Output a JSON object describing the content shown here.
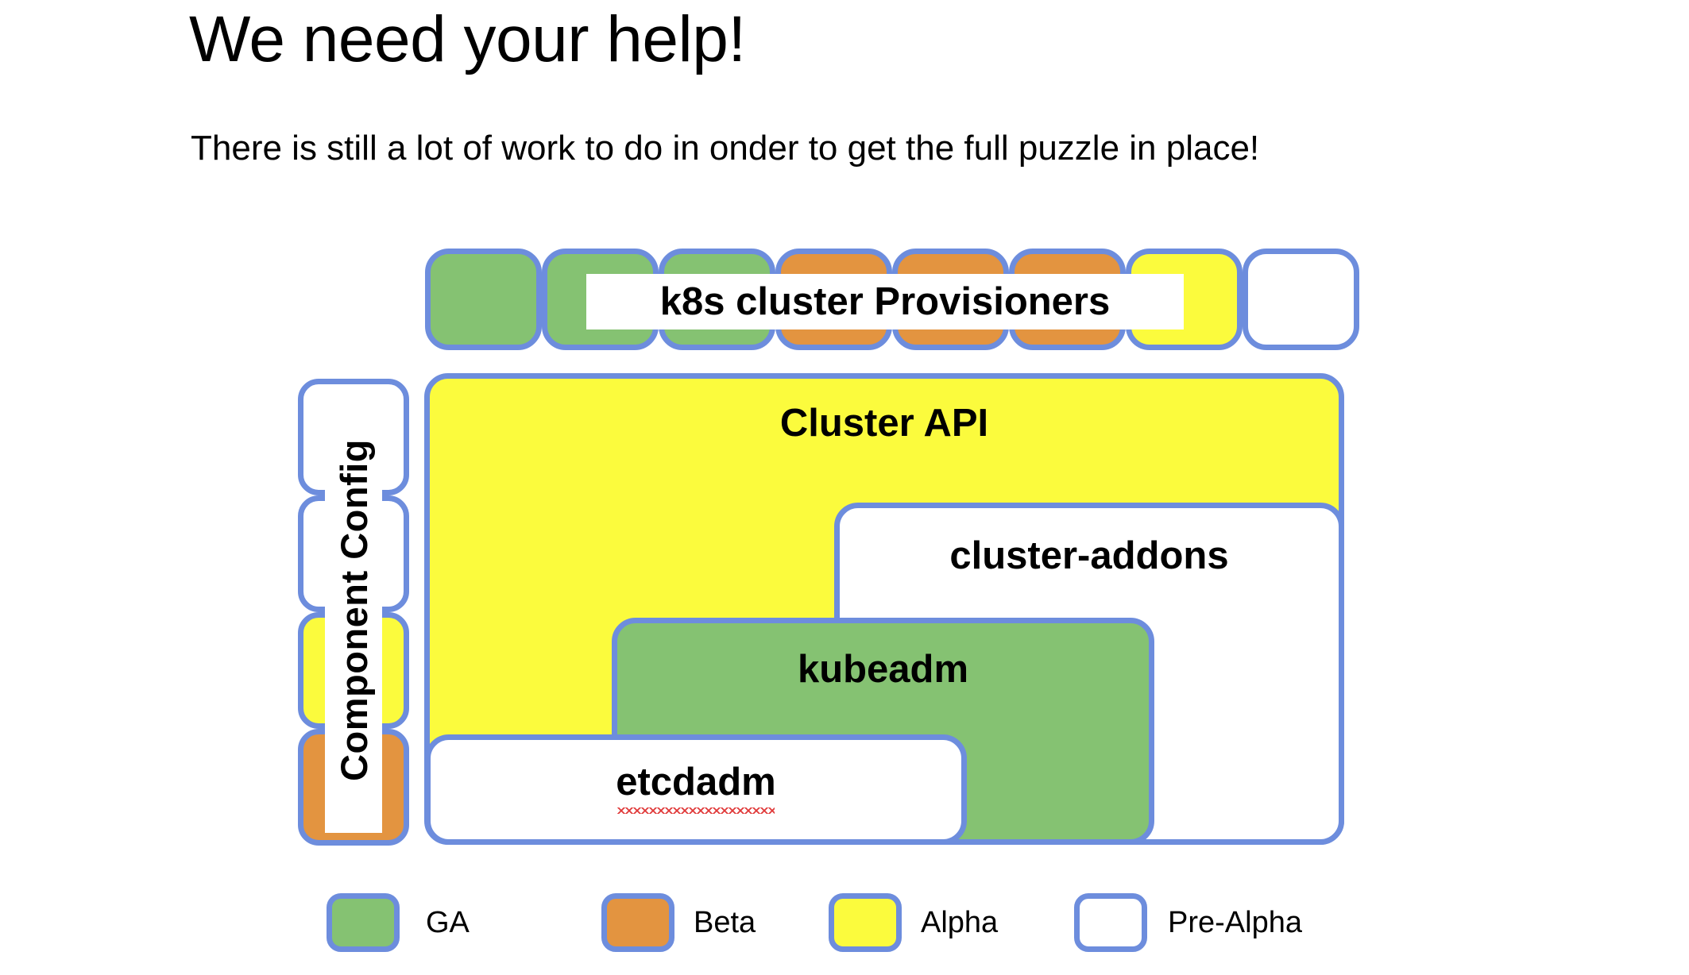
{
  "slide": {
    "title": "We need your help!",
    "subtitle": "There is still a lot of work to do in onder to get the full puzzle in place!"
  },
  "colors": {
    "border": "#6d8ddd",
    "ga": "#85c272",
    "beta": "#e39440",
    "alpha": "#fbfb3d",
    "pre_alpha": "#ffffff",
    "text": "#000000",
    "spellcheck_underline": "#e03a3a",
    "background": "#ffffff"
  },
  "provisioner_row": {
    "label": "k8s cluster Provisioners",
    "pieces": [
      {
        "status": "GA",
        "fill": "ga"
      },
      {
        "status": "GA",
        "fill": "ga"
      },
      {
        "status": "GA",
        "fill": "ga"
      },
      {
        "status": "Beta",
        "fill": "beta"
      },
      {
        "status": "Beta",
        "fill": "beta"
      },
      {
        "status": "Beta",
        "fill": "beta"
      },
      {
        "status": "Alpha",
        "fill": "alpha"
      },
      {
        "status": "Pre-Alpha",
        "fill": "prealpha"
      }
    ]
  },
  "component_config": {
    "label": "Component Config",
    "pieces": [
      {
        "status": "Pre-Alpha",
        "fill": "prealpha"
      },
      {
        "status": "Pre-Alpha",
        "fill": "prealpha"
      },
      {
        "status": "Alpha",
        "fill": "alpha"
      },
      {
        "status": "Beta",
        "fill": "beta"
      }
    ]
  },
  "stack": [
    {
      "label": "Cluster API",
      "status": "Alpha",
      "fill": "alpha"
    },
    {
      "label": "cluster-addons",
      "status": "Pre-Alpha",
      "fill": "prealpha"
    },
    {
      "label": "kubeadm",
      "status": "GA",
      "fill": "ga"
    },
    {
      "label": "etcdadm",
      "status": "Pre-Alpha",
      "fill": "prealpha",
      "misspelled": true
    }
  ],
  "legend": {
    "items": [
      {
        "label": "GA",
        "fill": "ga"
      },
      {
        "label": "Beta",
        "fill": "beta"
      },
      {
        "label": "Alpha",
        "fill": "alpha"
      },
      {
        "label": "Pre-Alpha",
        "fill": "prealpha"
      }
    ]
  }
}
